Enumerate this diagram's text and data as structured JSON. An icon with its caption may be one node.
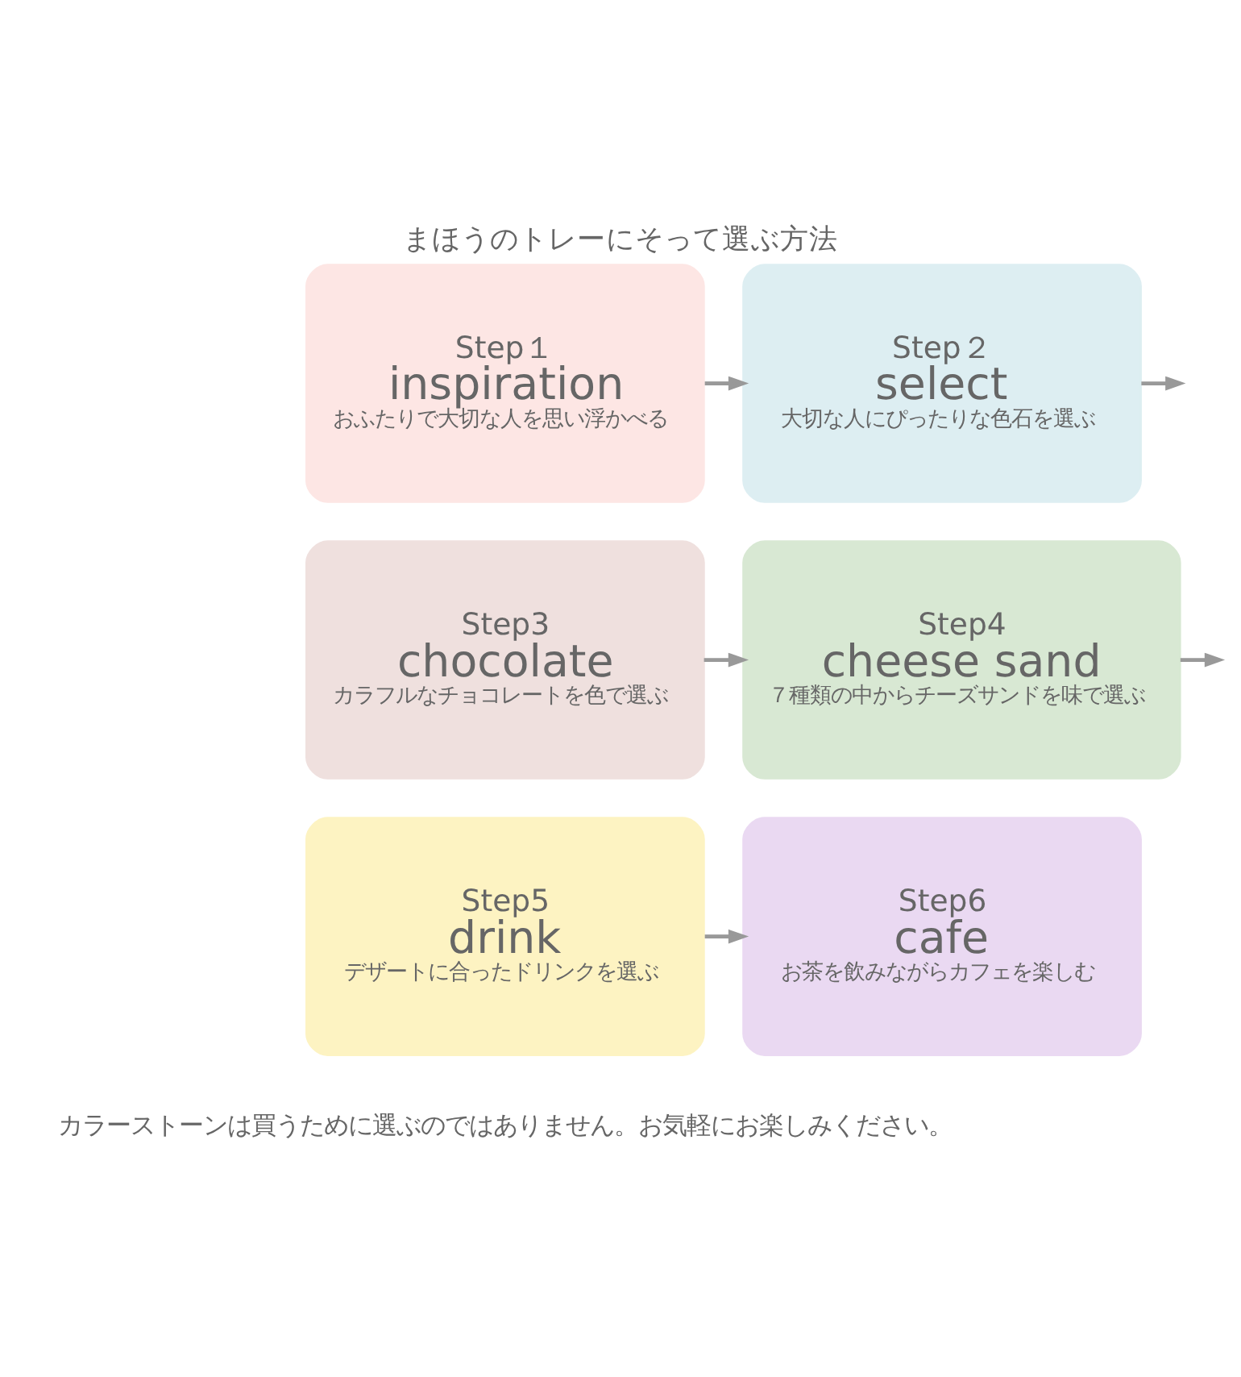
{
  "diagram": {
    "title": "まほうのトレーにそって選ぶ方法",
    "caption": "カラーストーンは買うために選ぶのではありません。お気軽にお楽しみください。",
    "nodes": [
      {
        "text": [
          "Step１",
          "inspiration",
          "おふたりで大切な人を思い浮かべる"
        ]
      },
      {
        "text": [
          "Step２",
          "select",
          "大切な人にぴったりな色石を選ぶ"
        ]
      },
      {
        "text": [
          "Step3",
          "chocolate",
          "カラフルなチョコレートを色で選ぶ"
        ]
      },
      {
        "text": [
          "Step4",
          "cheese sand",
          "７種類の中からチーズサンドを味で選ぶ"
        ]
      },
      {
        "text": [
          "Step5",
          "drink",
          "デザートに合ったドリンクを選ぶ"
        ]
      },
      {
        "text": [
          "Step6",
          "cafe",
          "お茶を飲みながらカフェを楽しむ"
        ]
      }
    ],
    "edges": [
      {
        "from": 0,
        "to": 1,
        "arrow": "to"
      },
      {
        "from": 1,
        "to": null,
        "arrow": "to"
      },
      {
        "from": 2,
        "to": 3,
        "arrow": "to"
      },
      {
        "from": 3,
        "to": null,
        "arrow": "to"
      },
      {
        "from": 4,
        "to": 5,
        "arrow": "to"
      }
    ]
  }
}
